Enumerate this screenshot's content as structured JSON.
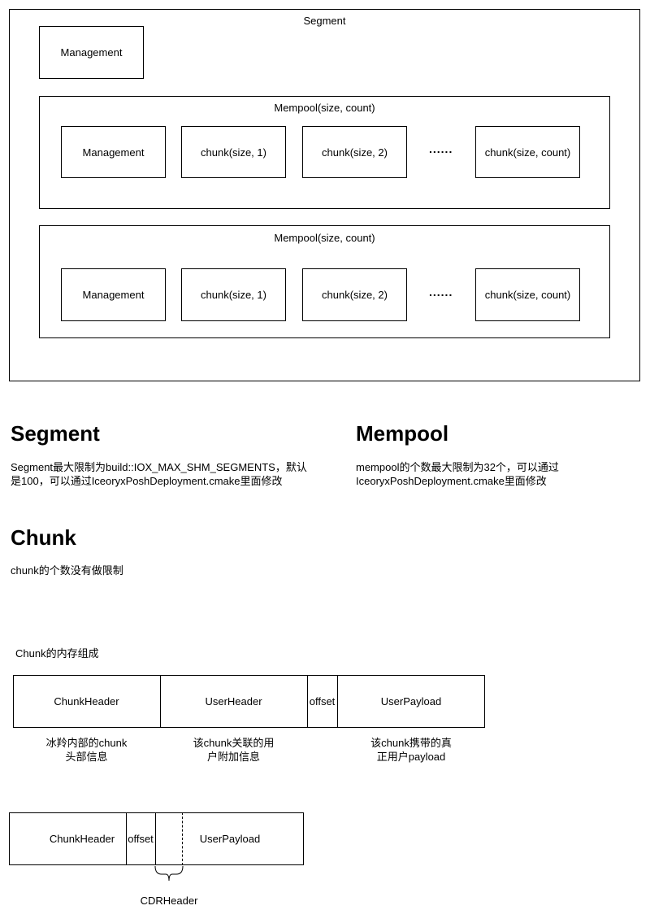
{
  "segment_diagram": {
    "segment_label": "Segment",
    "management_label": "Management",
    "mempools": [
      {
        "label": "Mempool(size, count)",
        "management": "Management",
        "chunks": [
          "chunk(size, 1)",
          "chunk(size, 2)",
          "chunk(size, count)"
        ],
        "ellipsis": "......"
      },
      {
        "label": "Mempool(size, count)",
        "management": "Management",
        "chunks": [
          "chunk(size, 1)",
          "chunk(size, 2)",
          "chunk(size, count)"
        ],
        "ellipsis": "......"
      }
    ]
  },
  "notes": {
    "segment": {
      "title": "Segment",
      "text_line1": "Segment最大限制为build::IOX_MAX_SHM_SEGMENTS，默认",
      "text_line2": "是100，可以通过IceoryxPoshDeployment.cmake里面修改"
    },
    "mempool": {
      "title": "Mempool",
      "text_line1": "mempool的个数最大限制为32个，可以通过",
      "text_line2": "IceoryxPoshDeployment.cmake里面修改"
    },
    "chunk": {
      "title": "Chunk",
      "text": "chunk的个数没有做限制"
    }
  },
  "chunk_layout": {
    "caption": "Chunk的内存组成",
    "row1": {
      "chunk_header": "ChunkHeader",
      "user_header": "UserHeader",
      "offset": "offset",
      "user_payload": "UserPayload"
    },
    "desc_chunk_header_1": "冰羚内部的chunk",
    "desc_chunk_header_2": "头部信息",
    "desc_user_header_1": "该chunk关联的用",
    "desc_user_header_2": "户附加信息",
    "desc_user_payload_1": "该chunk携带的真",
    "desc_user_payload_2": "正用户payload",
    "row2": {
      "chunk_header": "ChunkHeader",
      "offset": "offset",
      "user_payload": "UserPayload"
    },
    "cdr_header": "CDRHeader"
  }
}
